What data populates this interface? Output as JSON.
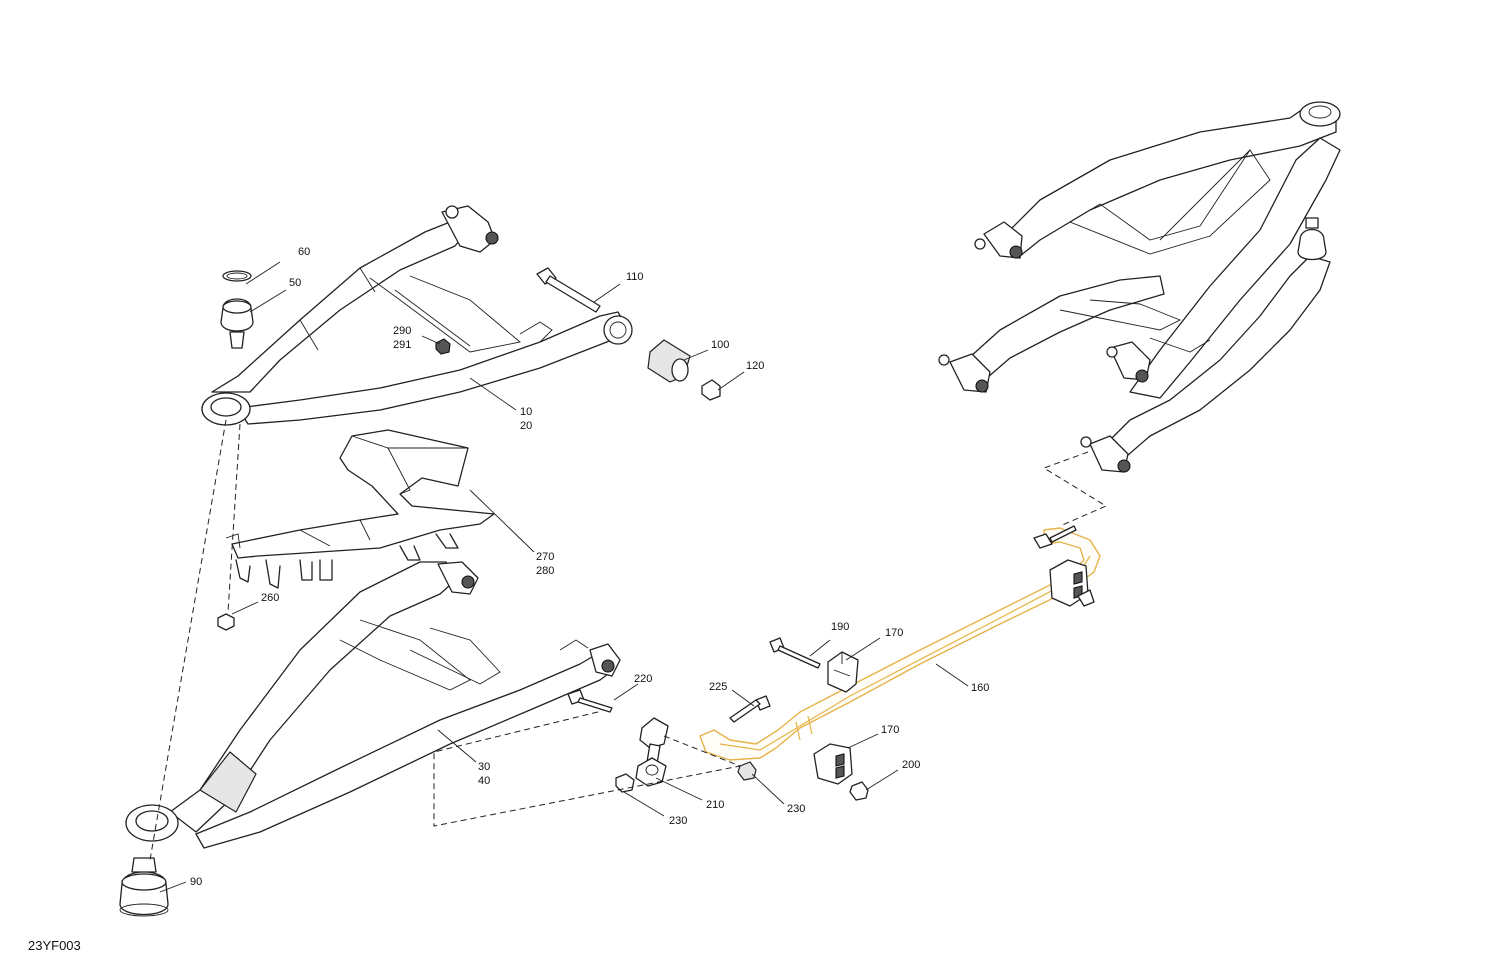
{
  "diagram_id": "23YF003",
  "callouts": {
    "c60": "60",
    "c50": "50",
    "c110": "110",
    "c100": "100",
    "c120": "120",
    "c290": "290",
    "c291": "291",
    "c10": "10",
    "c20": "20",
    "c270": "270",
    "c280": "280",
    "c260": "260",
    "c190": "190",
    "c170a": "170",
    "c160": "160",
    "c220": "220",
    "c225": "225",
    "c170b": "170",
    "c200": "200",
    "c210": "210",
    "c230a": "230",
    "c230b": "230",
    "c30": "30",
    "c40": "40",
    "c90": "90"
  },
  "colors": {
    "highlight_sway_bar": "#e6b34a",
    "line": "#222222"
  }
}
